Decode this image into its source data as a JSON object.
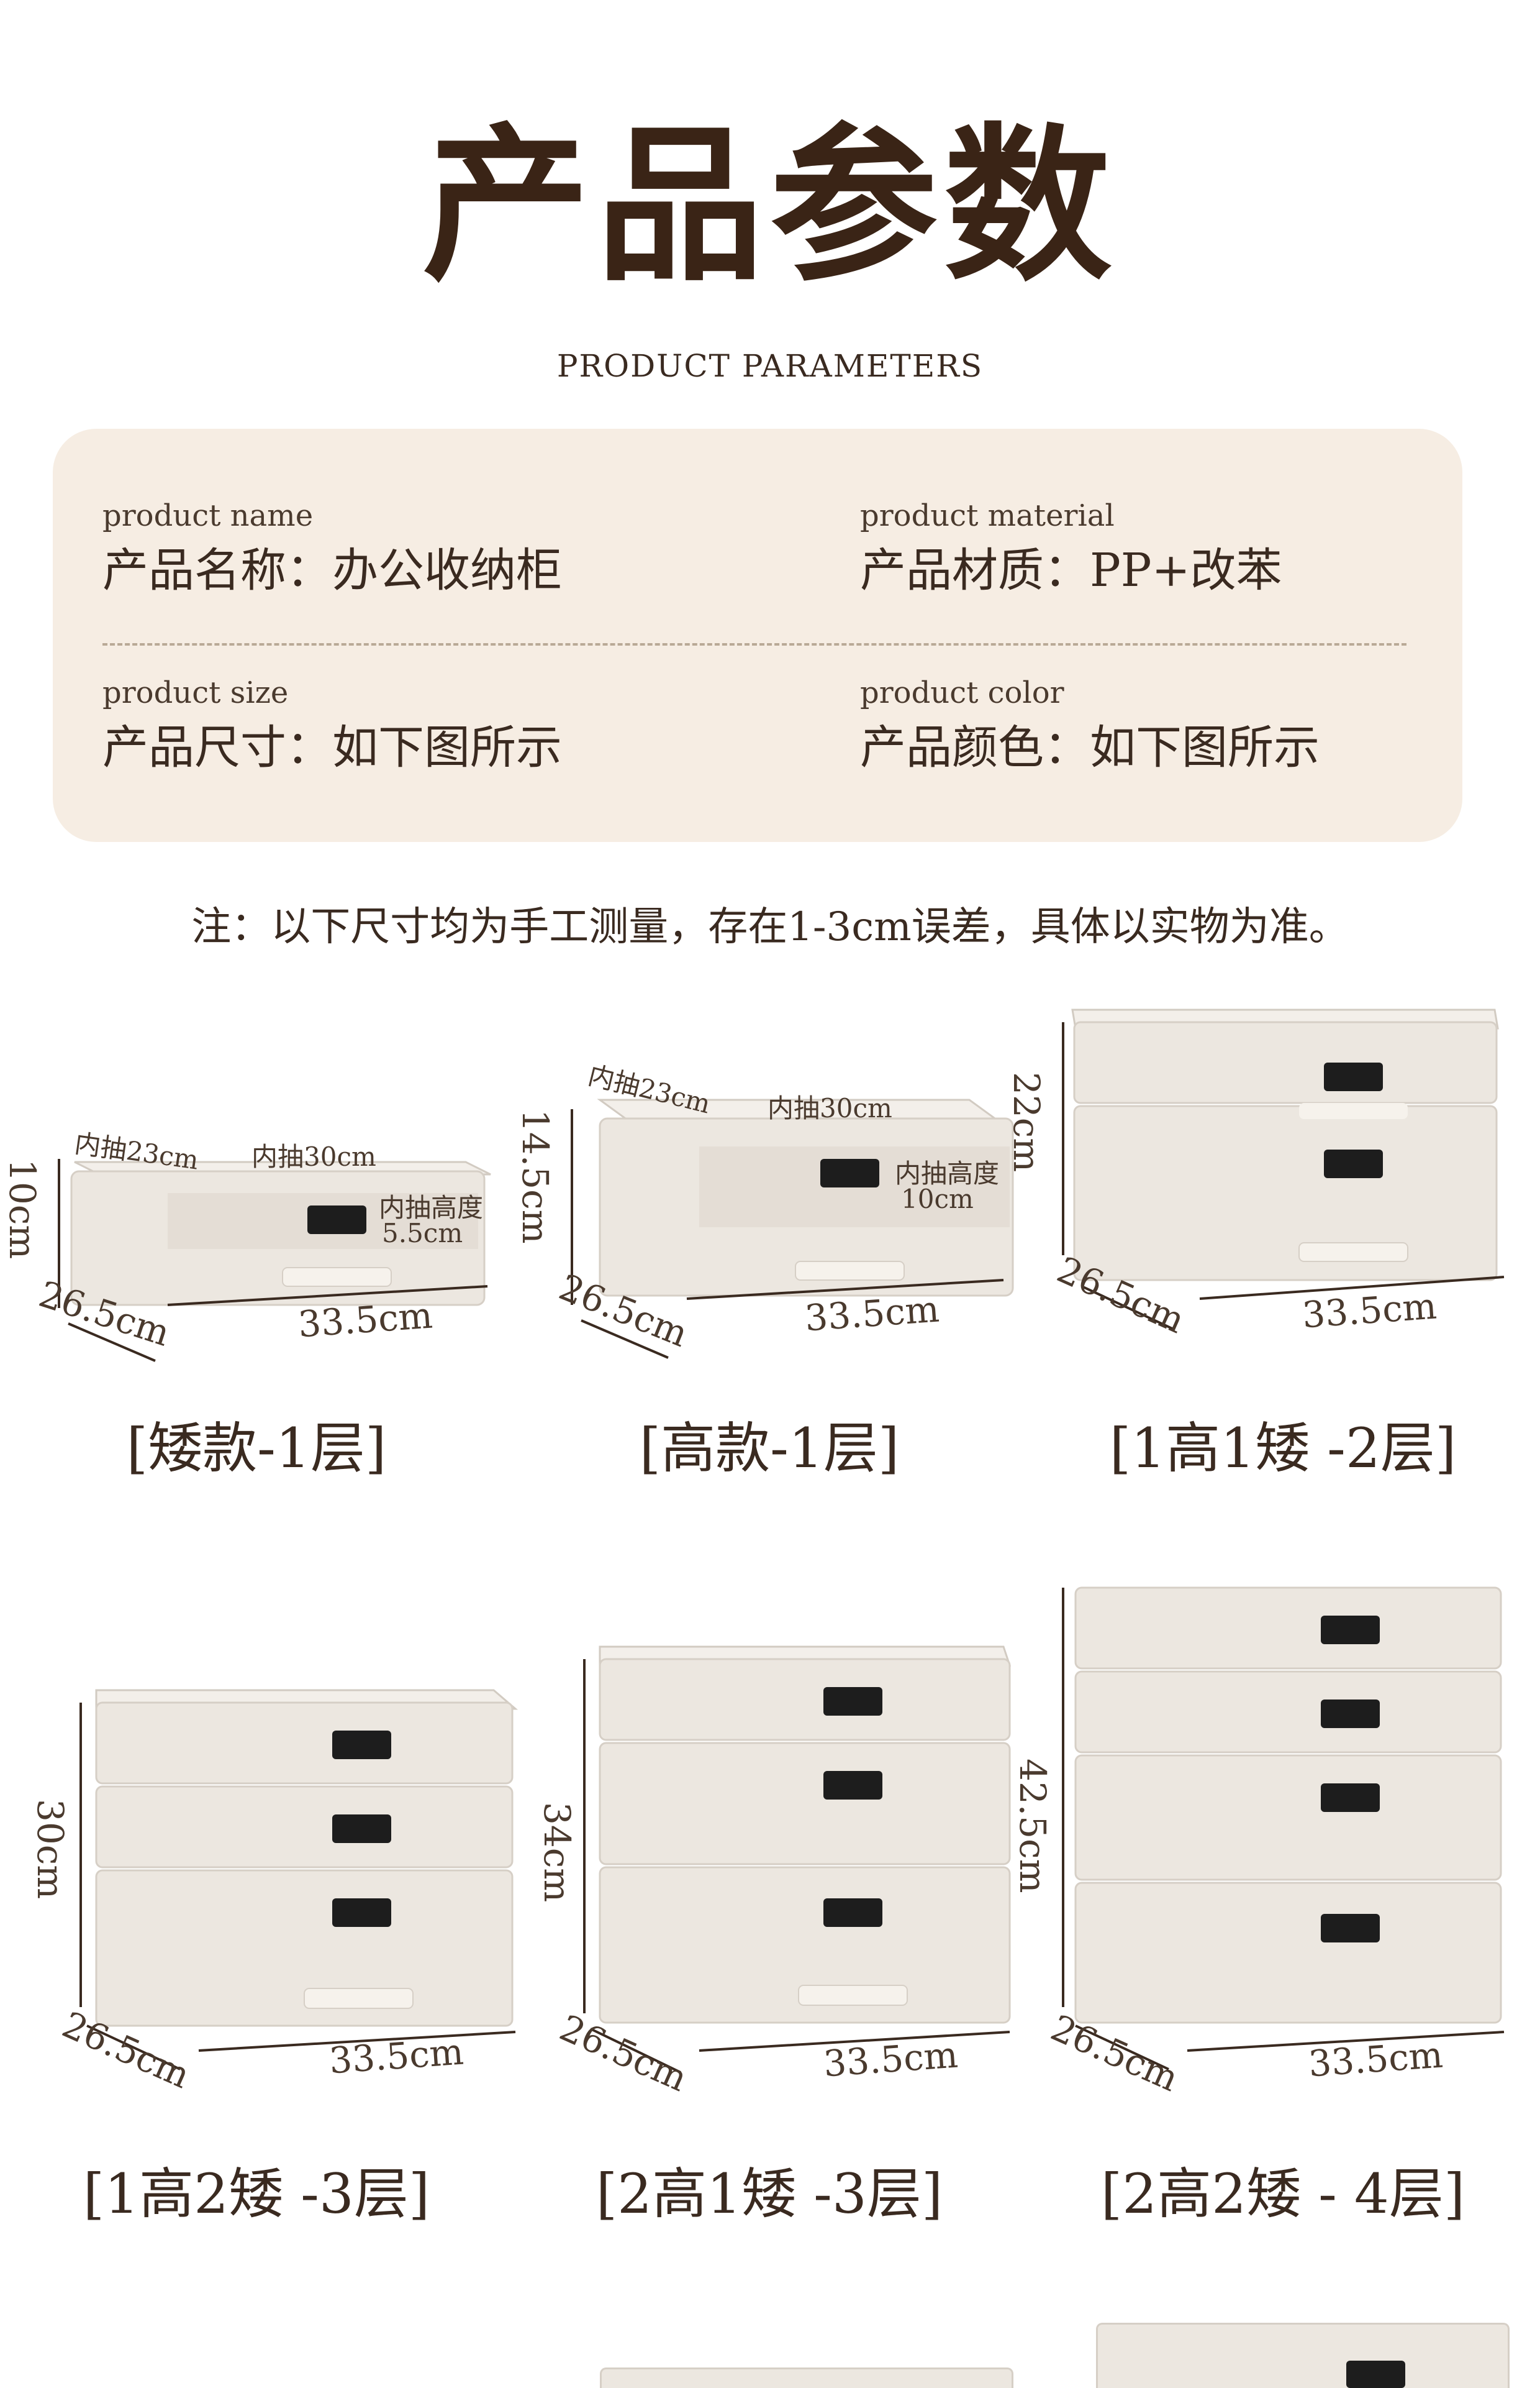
{
  "header": {
    "title_zh": "产品参数",
    "title_en": "PRODUCT  PARAMETERS"
  },
  "params": [
    {
      "en": "product name",
      "zh": "产品名称：办公收纳柜"
    },
    {
      "en": "product material",
      "zh": "产品材质：PP+改苯"
    },
    {
      "en": "product size",
      "zh": "产品尺寸：如下图所示"
    },
    {
      "en": "product color",
      "zh": "产品颜色：如下图所示"
    }
  ],
  "note": "注：以下尺寸均为手工测量，存在1-3cm误差，具体以实物为准。",
  "products": [
    {
      "caption": "[矮款-1层]",
      "height": "10cm",
      "depth": "26.5cm",
      "width": "33.5cm",
      "inner_depth": "内抽23cm",
      "inner_width": "内抽30cm",
      "inner_height_label": "内抽高度",
      "inner_height": "5.5cm"
    },
    {
      "caption": "[高款-1层]",
      "height": "14.5cm",
      "depth": "26.5cm",
      "width": "33.5cm",
      "inner_depth": "内抽23cm",
      "inner_width": "内抽30cm",
      "inner_height_label": "内抽高度",
      "inner_height": "10cm"
    },
    {
      "caption": "[1高1矮 -2层]",
      "height": "22cm",
      "depth": "26.5cm",
      "width": "33.5cm"
    },
    {
      "caption": "[1高2矮 -3层]",
      "height": "30cm",
      "depth": "26.5cm",
      "width": "33.5cm"
    },
    {
      "caption": "[2高1矮 -3层]",
      "height": "34cm",
      "depth": "26.5cm",
      "width": "33.5cm"
    },
    {
      "caption": "[2高2矮 - 4层]",
      "height": "42.5cm",
      "depth": "26.5cm",
      "width": "33.5cm"
    }
  ],
  "colors": {
    "text": "#3a2a20",
    "card": "#f6ede3",
    "cabinet": "#ece7e0",
    "lock": "#1d1d1d"
  }
}
